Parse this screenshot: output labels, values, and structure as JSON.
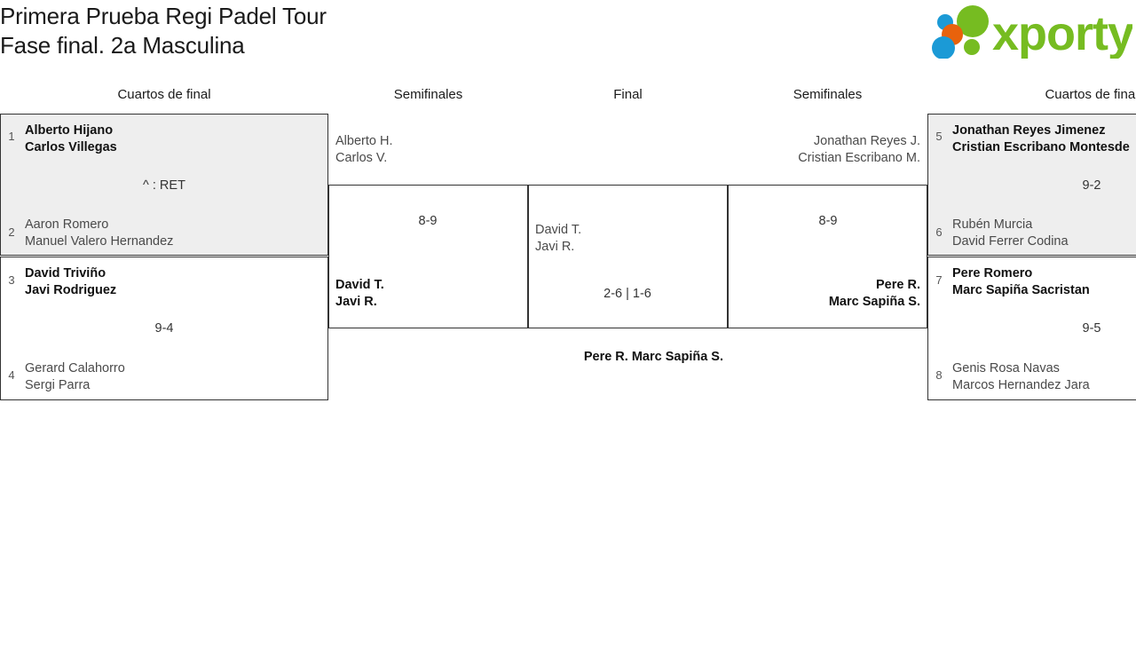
{
  "header": {
    "title_line1": "Primera Prueba Regi Padel Tour",
    "title_line2": "Fase final. 2a Masculina",
    "logo_text": "xporty"
  },
  "rounds": {
    "quarters_left": "Cuartos de final",
    "semis_left": "Semifinales",
    "final": "Final",
    "semis_right": "Semifinales",
    "quarters_right": "Cuartos de final"
  },
  "bracket": {
    "qf_left": [
      {
        "seed_top": "1",
        "top_line1": "Alberto Hijano",
        "top_line2": "Carlos Villegas",
        "seed_bottom": "2",
        "bottom_line1": "Aaron Romero",
        "bottom_line2": "Manuel Valero Hernandez",
        "score": "^ : RET"
      },
      {
        "seed_top": "3",
        "top_line1": "David Triviño",
        "top_line2": "Javi Rodriguez",
        "seed_bottom": "4",
        "bottom_line1": "Gerard Calahorro",
        "bottom_line2": "Sergi Parra",
        "score": "9-4"
      }
    ],
    "qf_right": [
      {
        "seed_top": "5",
        "top_line1": "Jonathan Reyes Jimenez",
        "top_line2": "Cristian Escribano Montesde",
        "seed_bottom": "6",
        "bottom_line1": "Rubén Murcia",
        "bottom_line2": "David Ferrer Codina",
        "score": "9-2"
      },
      {
        "seed_top": "7",
        "top_line1": "Pere Romero",
        "top_line2": "Marc Sapiña Sacristan",
        "seed_bottom": "8",
        "bottom_line1": "Genis Rosa Navas",
        "bottom_line2": "Marcos Hernandez Jara",
        "score": "9-5"
      }
    ],
    "sf_left": {
      "top_line1": "Alberto H.",
      "top_line2": "Carlos V.",
      "bottom_line1": "David T.",
      "bottom_line2": "Javi R.",
      "score": "8-9"
    },
    "sf_right": {
      "top_line1": "Jonathan Reyes J.",
      "top_line2": "Cristian Escribano M.",
      "bottom_line1": "Pere R.",
      "bottom_line2": "Marc Sapiña S.",
      "score": "8-9"
    },
    "final": {
      "top_line1": "David T.",
      "top_line2": "Javi R.",
      "bottom_line1": "Pere R.",
      "bottom_line2": "Marc Sapiña S.",
      "score": "2-6 | 1-6"
    },
    "champion": {
      "line1": "Pere R.",
      "line2": "Marc Sapiña S."
    }
  },
  "colors": {
    "logo_green": "#76bc21",
    "logo_blue": "#1b9ad6",
    "logo_orange": "#e8620c",
    "box_border": "#333333",
    "box_shaded": "#eeeeee"
  }
}
